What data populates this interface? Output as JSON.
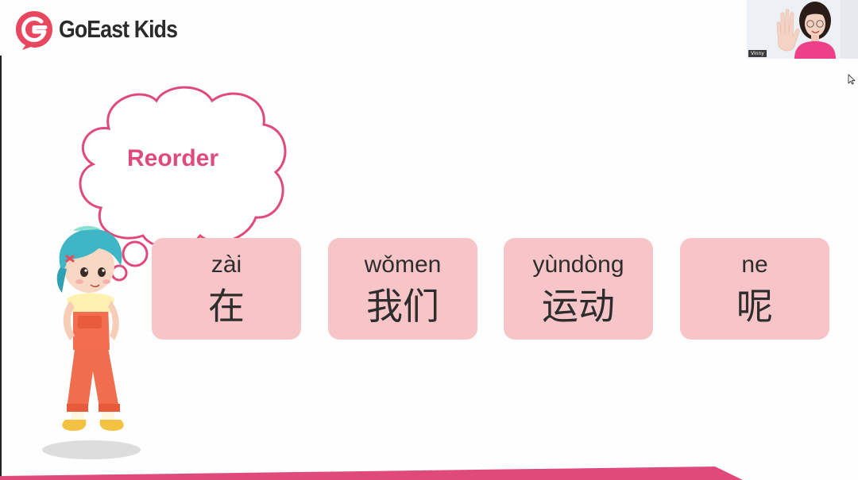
{
  "brand": {
    "name": "GoEast Kids",
    "accent_color": "#e8475f"
  },
  "video": {
    "participant_name": "Vinny"
  },
  "bubble": {
    "text": "Reorder",
    "color": "#e04a7a"
  },
  "cards": [
    {
      "pinyin": "zài",
      "hanzi": "在"
    },
    {
      "pinyin": "wǒmen",
      "hanzi": "我们"
    },
    {
      "pinyin": "yùndòng",
      "hanzi": "运动"
    },
    {
      "pinyin": "ne",
      "hanzi": "呢"
    }
  ],
  "colors": {
    "card_bg": "#f7c5c8",
    "text": "#2d2d2d",
    "bottom_bar": "#e04a7a"
  },
  "icons": {
    "logo": "goeast-logo-icon",
    "cursor": "mouse-cursor-icon"
  }
}
